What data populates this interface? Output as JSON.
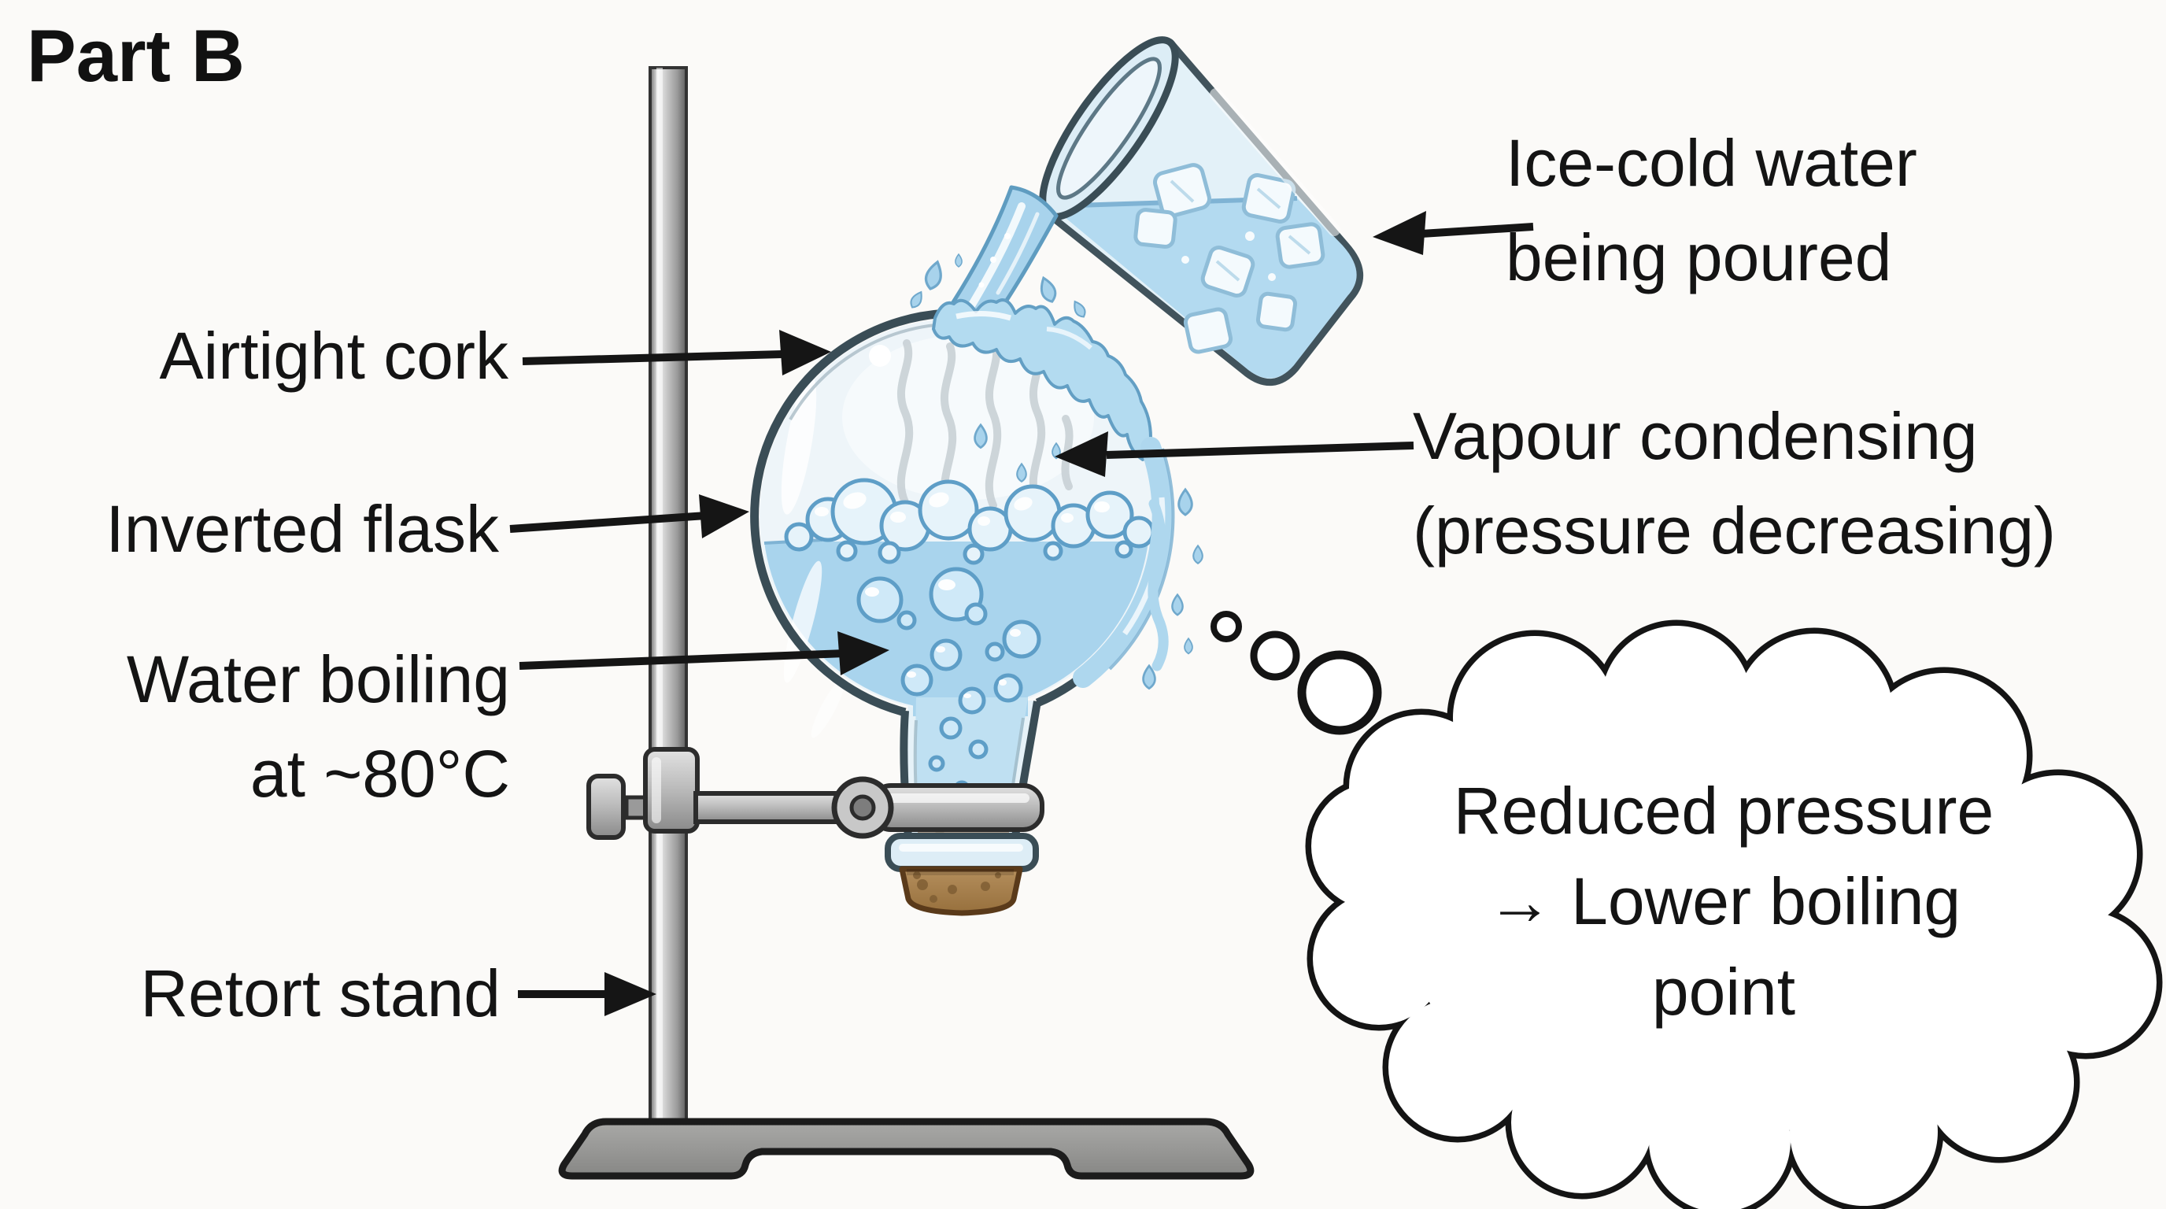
{
  "title": "Part B",
  "labels": {
    "airtight_cork": "Airtight cork",
    "inverted_flask": "Inverted flask",
    "water_boiling": [
      "Water boiling",
      "at ~80°C"
    ],
    "retort_stand": "Retort stand",
    "ice_cold_water": [
      "Ice-cold water",
      "being poured"
    ],
    "vapour_condensing": [
      "Vapour condensing",
      "(pressure decreasing)"
    ]
  },
  "thought_cloud": {
    "lines": [
      "Reduced pressure",
      "→ Lower boiling",
      "point"
    ]
  },
  "figures": [
    "retort-stand",
    "clamp",
    "inverted-flask",
    "cork",
    "boiling-water",
    "steam-wisps",
    "pouring-beaker",
    "ice-cubes",
    "water-stream",
    "splash",
    "thought-bubbles",
    "thought-cloud"
  ],
  "colors": {
    "background": "#fbfaf8",
    "text": "#141414",
    "water": "#a9d4ed",
    "water_outline": "#6fa8cc",
    "glass_outline": "#3a4d56",
    "steam": "#c9d1d6",
    "cork": "#a97f4f",
    "metal": "#b5b5b5",
    "outline_black": "#141414"
  }
}
